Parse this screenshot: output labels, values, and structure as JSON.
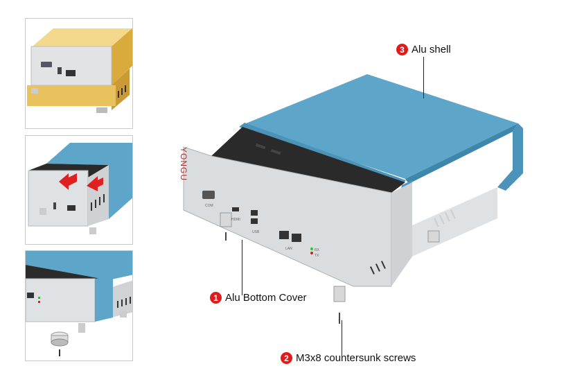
{
  "brand_logo": "YONGU",
  "port_labels": [
    "COM",
    "HDMI",
    "USB",
    "LAN",
    "RX",
    "TX"
  ],
  "callouts": [
    {
      "number": "1",
      "label": "Alu Bottom Cover"
    },
    {
      "number": "2",
      "label": "M3x8 countersunk screws"
    },
    {
      "number": "3",
      "label": "Alu shell"
    }
  ],
  "colors": {
    "shell_blue": "#5ea6c9",
    "gold_shell": "#e8c25c",
    "panel_silver": "#d9dcdf",
    "badge_red": "#e01b1b",
    "arrow_red": "#e02020"
  }
}
